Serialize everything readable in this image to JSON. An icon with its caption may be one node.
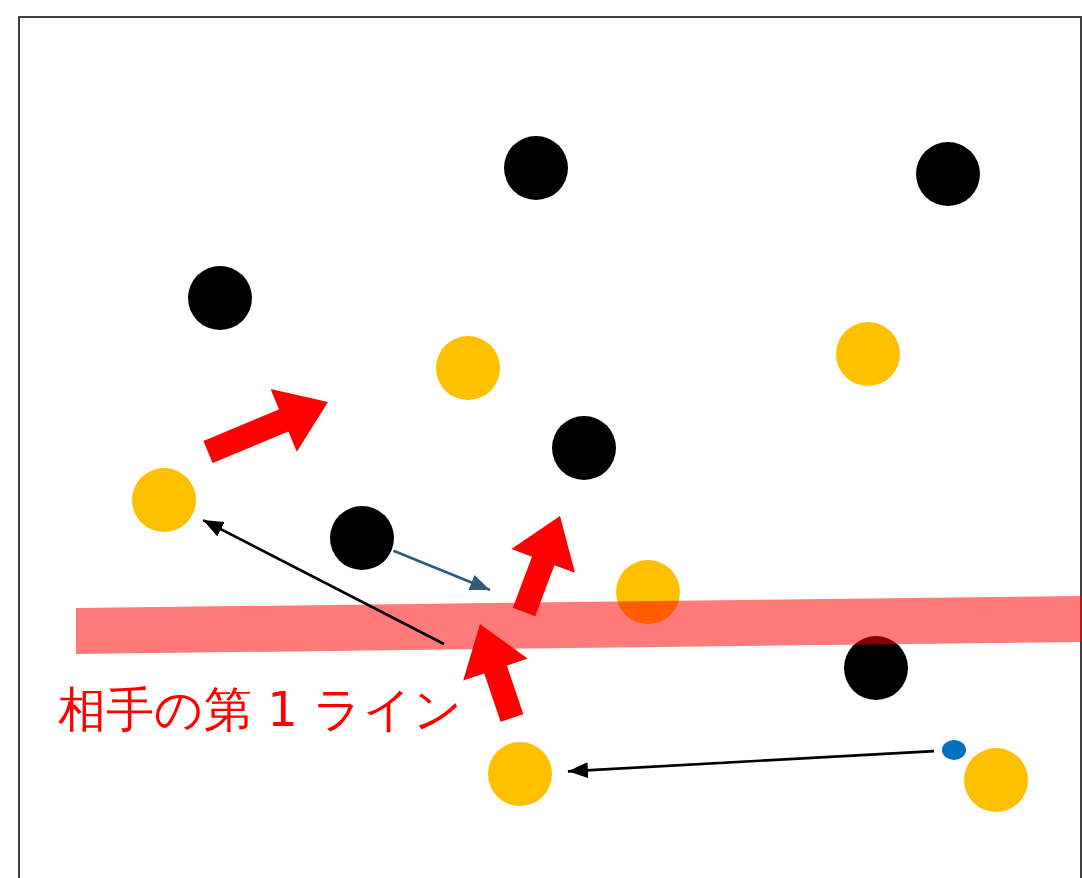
{
  "diagram": {
    "nodes": [
      {
        "text": [],
        "shape": "circle"
      },
      {
        "text": [],
        "shape": "circle"
      },
      {
        "text": [],
        "shape": "circle"
      },
      {
        "text": [],
        "shape": "circle"
      },
      {
        "text": [],
        "shape": "circle"
      },
      {
        "text": [],
        "shape": "circle"
      },
      {
        "text": [],
        "shape": "circle"
      },
      {
        "text": [],
        "shape": "circle"
      },
      {
        "text": [],
        "shape": "circle"
      },
      {
        "text": [],
        "shape": "circle"
      },
      {
        "text": [],
        "shape": "circle"
      },
      {
        "text": [],
        "shape": "circle"
      },
      {
        "text": [],
        "shape": "circle"
      }
    ],
    "edges": [
      {
        "from": null,
        "to": 0,
        "arrow": "to"
      },
      {
        "from": 2,
        "to": null,
        "arrow": "to",
        "color": "#2f5a7c"
      },
      {
        "from": 11,
        "to": 4,
        "arrow": "to"
      }
    ],
    "labels": [
      "相手の第 1 ライン"
    ]
  }
}
